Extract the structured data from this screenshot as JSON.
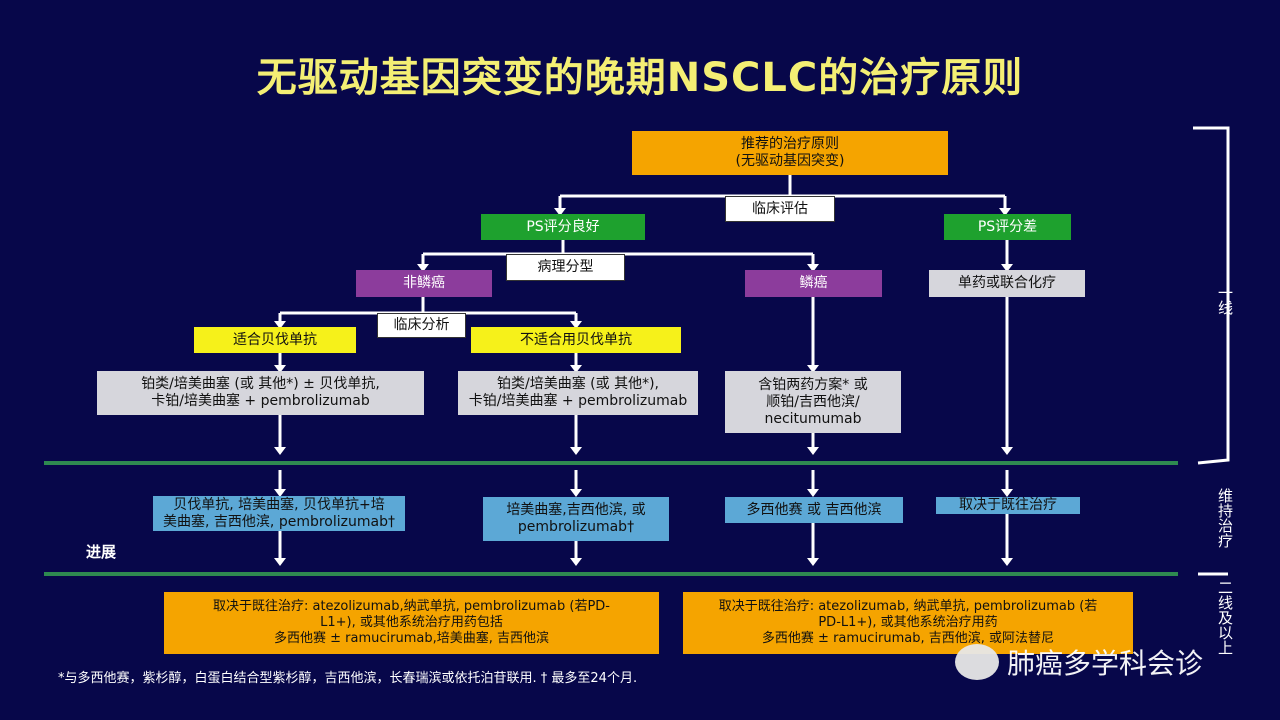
{
  "title": "无驱动基因突变的晚期NSCLC的治疗原则",
  "root": [
    "推荐的治疗原则",
    "(无驱动基因突变)"
  ],
  "clinical_eval": "临床评估",
  "ps_good": "PS评分良好",
  "ps_poor": "PS评分差",
  "pathology": "病理分型",
  "nonsquamous": "非鳞癌",
  "squamous": "鳞癌",
  "single_or_combo": "单药或联合化疗",
  "clinical_analysis": "临床分析",
  "bev_eligible": "适合贝伐单抗",
  "bev_ineligible": "不适合用贝伐单抗",
  "first_line": [
    [
      "铂类/培美曲塞 (或 其他*) ± 贝伐单抗,",
      "卡铂/培美曲塞 + pembrolizumab"
    ],
    [
      "铂类/培美曲塞 (或 其他*),",
      "卡铂/培美曲塞 + pembrolizumab"
    ],
    [
      "含铂两药方案* 或",
      "顺铂/吉西他滨/",
      "necitumumab"
    ]
  ],
  "maintenance": [
    [
      "贝伐单抗, 培美曲塞, 贝伐单抗+培",
      "美曲塞, 吉西他滨, pembrolizumab†"
    ],
    [
      "培美曲塞,吉西他滨, 或",
      "pembrolizumab†"
    ],
    [
      "多西他赛 或 吉西他滨"
    ],
    [
      "取决于既往治疗"
    ]
  ],
  "progression": "进展",
  "second_line": [
    [
      "取决于既往治疗: atezolizumab,纳武单抗, pembrolizumab (若PD-",
      "L1+), 或其他系统治疗用药包括",
      "多西他赛 ± ramucirumab,培美曲塞, 吉西他滨"
    ],
    [
      "取决于既往治疗: atezolizumab, 纳武单抗, pembrolizumab (若",
      "PD-L1+), 或其他系统治疗用药",
      "多西他赛 ± ramucirumab, 吉西他滨, 或阿法替尼"
    ]
  ],
  "side_labels": {
    "first": "一线",
    "maint": "维持治疗",
    "second": "二线及以上"
  },
  "footnote": "*与多西他赛，紫杉醇，白蛋白结合型紫杉醇，吉西他滨，长春瑞滨或依托泊苷联用. † 最多至24个月.",
  "watermark": "肺癌多学科会诊"
}
